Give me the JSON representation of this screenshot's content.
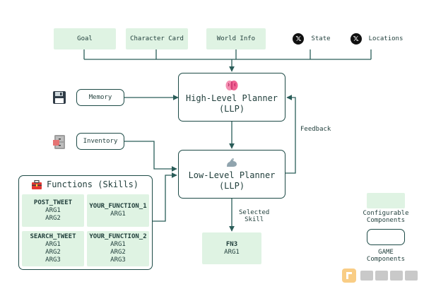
{
  "inputs": {
    "goal": "Goal",
    "character_card": "Character Card",
    "world_info": "World Info",
    "state": "State",
    "locations": "Locations"
  },
  "memory": "Memory",
  "inventory": "Inventory",
  "high_level_planner": {
    "line1": "High-Level Planner",
    "line2": "(LLP)"
  },
  "low_level_planner": {
    "line1": "Low-Level Planner",
    "line2": "(LLP)"
  },
  "feedback_label": "Feedback",
  "selected_skill_label": {
    "line1": "Selected",
    "line2": "Skill"
  },
  "functions": {
    "title": "Functions (Skills)",
    "items": [
      {
        "name": "POST_TWEET",
        "args": [
          "ARG1",
          "ARG2"
        ]
      },
      {
        "name": "YOUR_FUNCTION_1",
        "args": [
          "ARG1"
        ]
      },
      {
        "name": "SEARCH_TWEET",
        "args": [
          "ARG1",
          "ARG2",
          "ARG3"
        ]
      },
      {
        "name": "YOUR_FUNCTION_2",
        "args": [
          "ARG1",
          "ARG2",
          "ARG3"
        ]
      }
    ]
  },
  "output": {
    "name": "FN3",
    "arg": "ARG1"
  },
  "legend": {
    "configurable": {
      "line1": "Configurable",
      "line2": "Components"
    },
    "game": {
      "line1": "GAME",
      "line2": "Components"
    }
  },
  "icons": {
    "state": "x-logo-icon",
    "locations": "x-logo-icon",
    "memory": "floppy-disk-icon",
    "inventory": "file-cabinet-icon",
    "high_level_planner": "brain-icon",
    "low_level_planner": "flexed-arm-icon",
    "functions": "toolbox-icon",
    "watermark": "watermark-logo-icon"
  },
  "colors": {
    "configurable_fill": "#dff3e3",
    "game_border": "#1d4a46",
    "line": "#2a5d59"
  }
}
